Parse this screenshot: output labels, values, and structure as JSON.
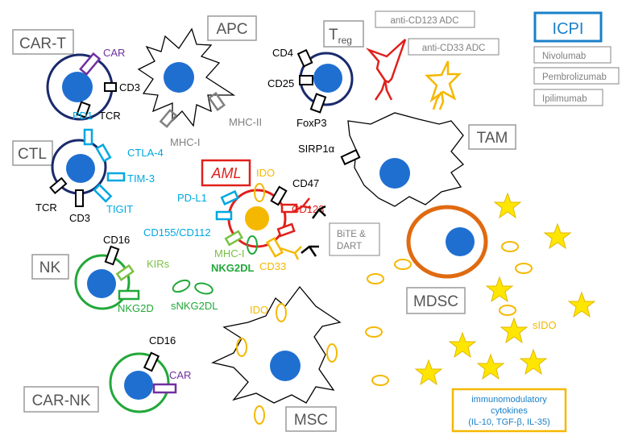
{
  "cells": {
    "car_t": "CAR-T",
    "apc": "APC",
    "treg_main": "T",
    "treg_sub": "reg",
    "ctl": "CTL",
    "tam": "TAM",
    "aml": "AML",
    "nk": "NK",
    "mdsc": "MDSC",
    "car_nk": "CAR-NK",
    "msc": "MSC"
  },
  "markers": {
    "car": "CAR",
    "cd3": "CD3",
    "tcr": "TCR",
    "mhc_i": "MHC-I",
    "mhc_ii": "MHC-II",
    "cd4": "CD4",
    "cd25": "CD25",
    "foxp3": "FoxP3",
    "pd1": "PD1",
    "ctla4": "CTLA-4",
    "tim3": "TIM-3",
    "tigit": "TIGIT",
    "sirp1a": "SIRP1α",
    "ido": "IDO",
    "cd47": "CD47",
    "pdl1": "PD-L1",
    "cd123": "CD123",
    "cd155": "CD155/CD112",
    "mhc_i_aml": "MHC-I",
    "nkg2dl": "NKG2DL",
    "cd33": "CD33",
    "cd16": "CD16",
    "kirs": "KIRs",
    "nkg2d": "NKG2D",
    "snkg2dl": "sNKG2DL",
    "ido_msc": "IDO",
    "sido": "sIDO",
    "cd16_carnk": "CD16",
    "car_carnk": "CAR",
    "cd3_ctl": "CD3",
    "tcr_ctl": "TCR"
  },
  "therapies": {
    "adc_cd123": "anti-CD123 ADC",
    "adc_cd33": "anti-CD33 ADC",
    "bite": "BiTE &",
    "dart": "DART",
    "icpi_title": "ICPI",
    "icpi_items": [
      "Nivolumab",
      "Pembrolizumab",
      "Ipilimumab"
    ]
  },
  "cytokines": {
    "line1": "immunomodulatory",
    "line2": "cytokines",
    "line3": "(IL-10, TGF-β, IL-35)"
  },
  "colors": {
    "nucleus": "#1f6fd1",
    "car": "#7030a0",
    "checkpoint": "#00a8e0",
    "nk": "#22a83a",
    "nk_light": "#7ac143",
    "ido": "#f5b800",
    "star": "#ffe600",
    "aml": "#e0201b",
    "mdsc": "#e06a10",
    "navy": "#1a2a6c",
    "gray": "#808080"
  }
}
